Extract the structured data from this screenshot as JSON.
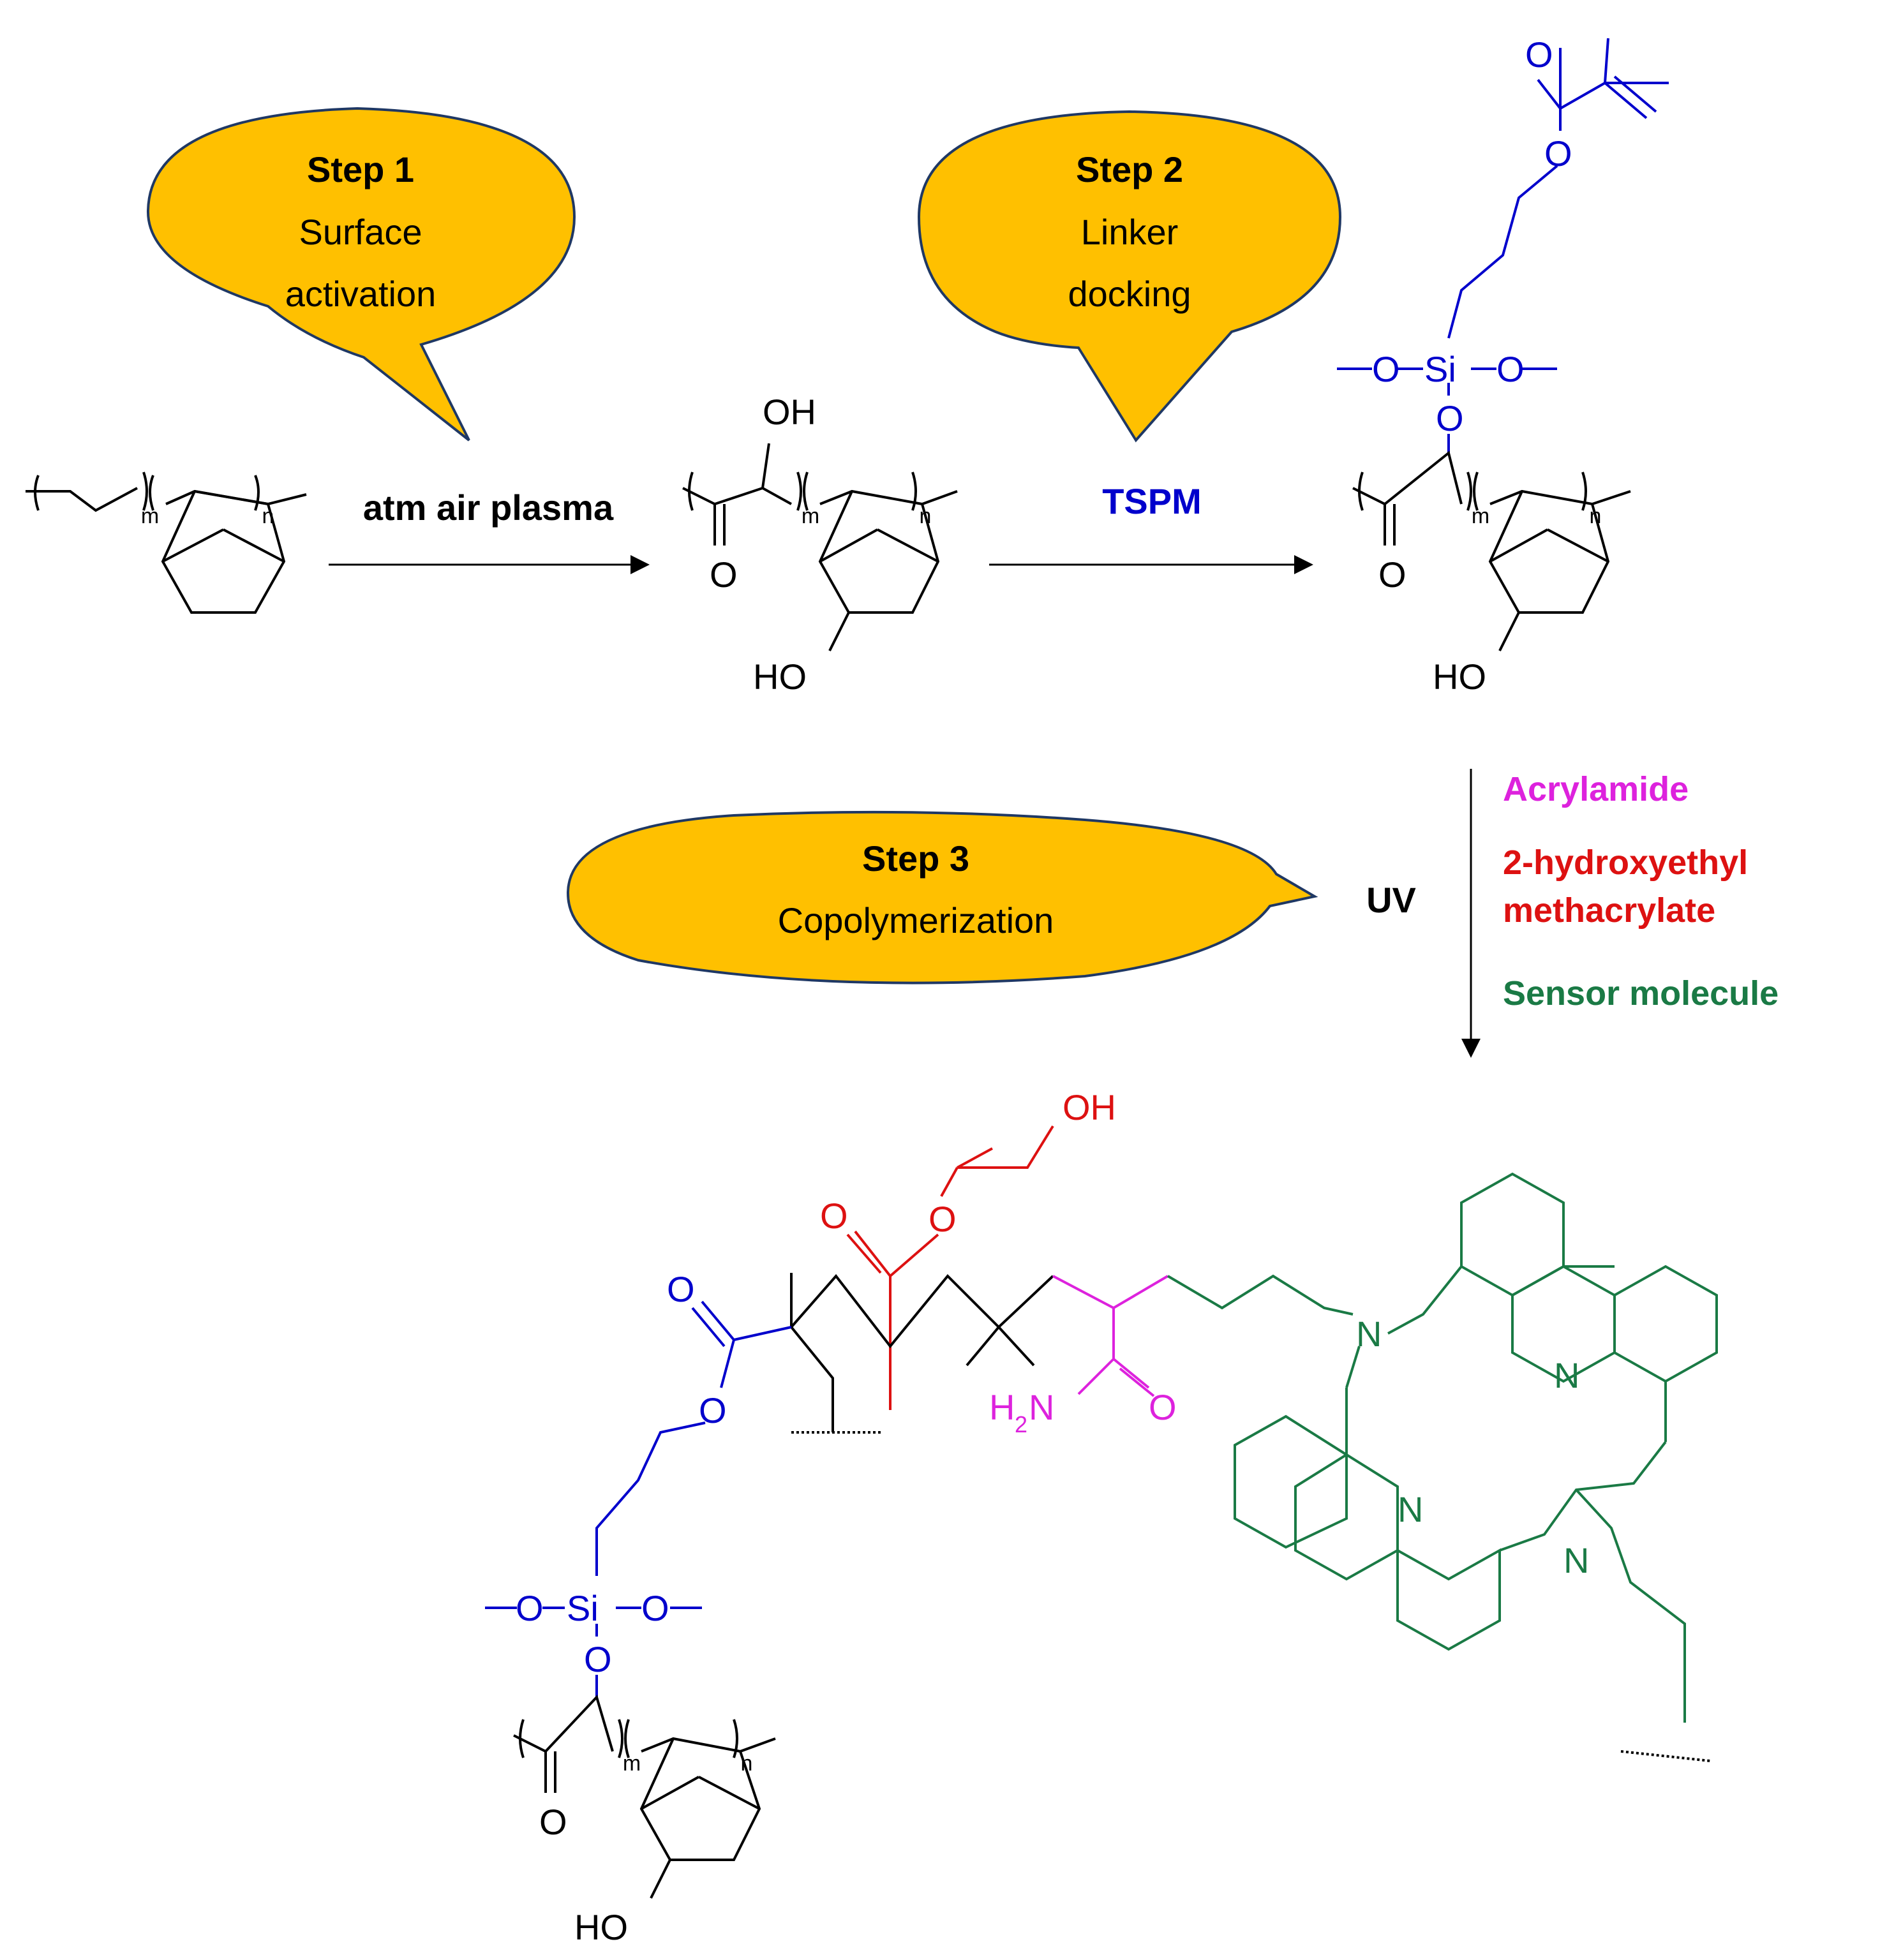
{
  "bubbles": {
    "step1": {
      "title": "Step 1",
      "line1": "Surface",
      "line2": "activation"
    },
    "step2": {
      "title": "Step 2",
      "line1": "Linker",
      "line2": "docking"
    },
    "step3": {
      "title": "Step 3",
      "line1": "Copolymerization"
    }
  },
  "reactions": {
    "step1_reagent": "atm air plasma",
    "step2_reagent": "TSPM",
    "step3_condition": "UV",
    "step3_reagents": [
      "Acrylamide",
      "2-hydroxyethyl",
      "methacrylate",
      "Sensor molecule"
    ]
  },
  "atoms": {
    "OH": "OH",
    "HO": "HO",
    "O": "O",
    "Si": "Si",
    "N": "N",
    "H2N": "H",
    "H2N_sub": "2",
    "H2N_N": "N",
    "m": "m",
    "n": "n"
  },
  "colors": {
    "bubble_fill": "#FFC000",
    "bubble_stroke": "#1F3864",
    "linker": "#0000CC",
    "acrylamide": "#DD22DD",
    "hema": "#DD1111",
    "sensor": "#1A7A45",
    "black": "#000000"
  }
}
